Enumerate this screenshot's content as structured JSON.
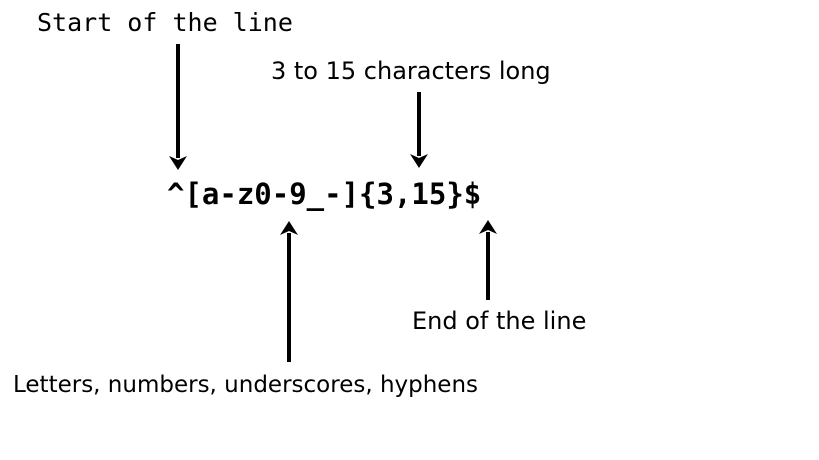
{
  "diagram": {
    "regex": "^[a-z0-9_-]{3,15}$",
    "labels": {
      "start": "Start of the line",
      "length": "3 to 15 characters long",
      "end": "End of the line",
      "charset": "Letters, numbers, underscores, hyphens"
    },
    "colors": {
      "background": "#ffffff",
      "ink": "#000000"
    }
  }
}
